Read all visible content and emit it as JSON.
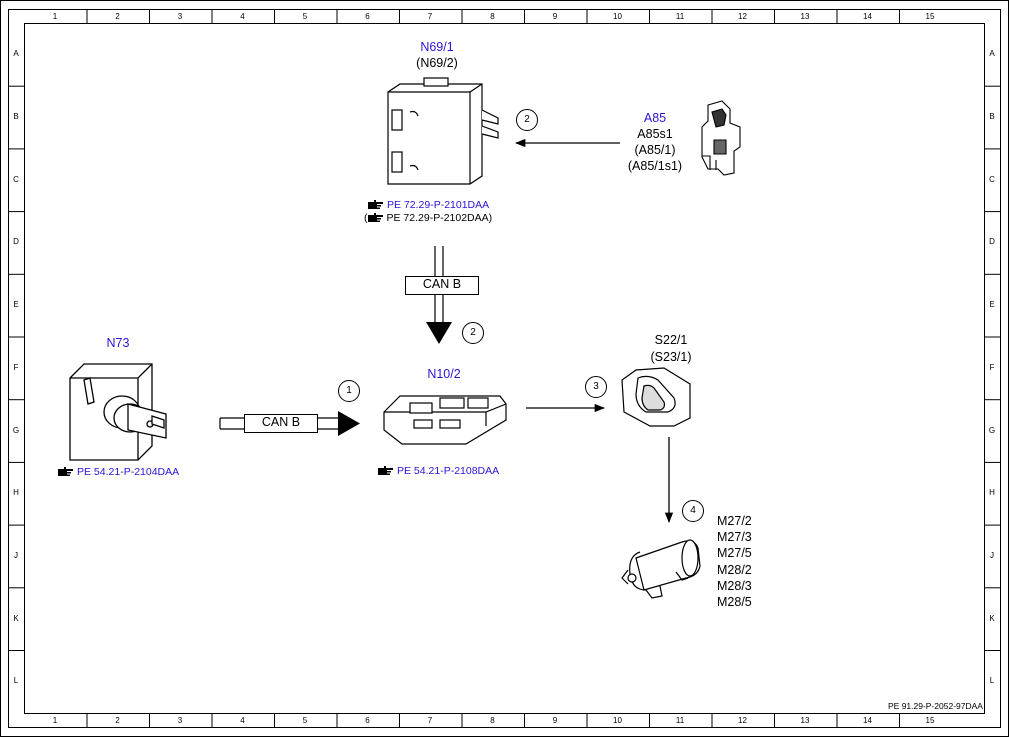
{
  "frame": {
    "columns": [
      "1",
      "2",
      "3",
      "4",
      "5",
      "6",
      "7",
      "8",
      "9",
      "10",
      "11",
      "12",
      "13",
      "14",
      "15"
    ],
    "rows": [
      "A",
      "B",
      "C",
      "D",
      "E",
      "F",
      "G",
      "H",
      "J",
      "K",
      "L"
    ]
  },
  "components": {
    "n69": {
      "code": "N69/1",
      "alt": "(N69/2)",
      "ref1": "PE 72.29-P-2101DAA",
      "ref2": "PE 72.29-P-2102DAA)",
      "ref2_open": "("
    },
    "a85": {
      "code": "A85",
      "lines": [
        "A85s1",
        "(A85/1)",
        "(A85/1s1)"
      ]
    },
    "n73": {
      "code": "N73",
      "ref": "PE 54.21-P-2104DAA"
    },
    "n10": {
      "code": "N10/2",
      "ref": "PE 54.21-P-2108DAA"
    },
    "s22": {
      "code": "S22/1",
      "alt": "(S23/1)"
    },
    "motors": {
      "lines": [
        "M27/2",
        "M27/3",
        "M27/5",
        "M28/2",
        "M28/3",
        "M28/5"
      ]
    }
  },
  "bus": {
    "can_top": "CAN B",
    "can_left": "CAN B"
  },
  "steps": [
    "1",
    "2",
    "2",
    "3",
    "4"
  ],
  "doc_ref": "PE 91.29-P-2052-97DAA",
  "colors": {
    "link": "#2a14d8",
    "line": "#000000"
  }
}
